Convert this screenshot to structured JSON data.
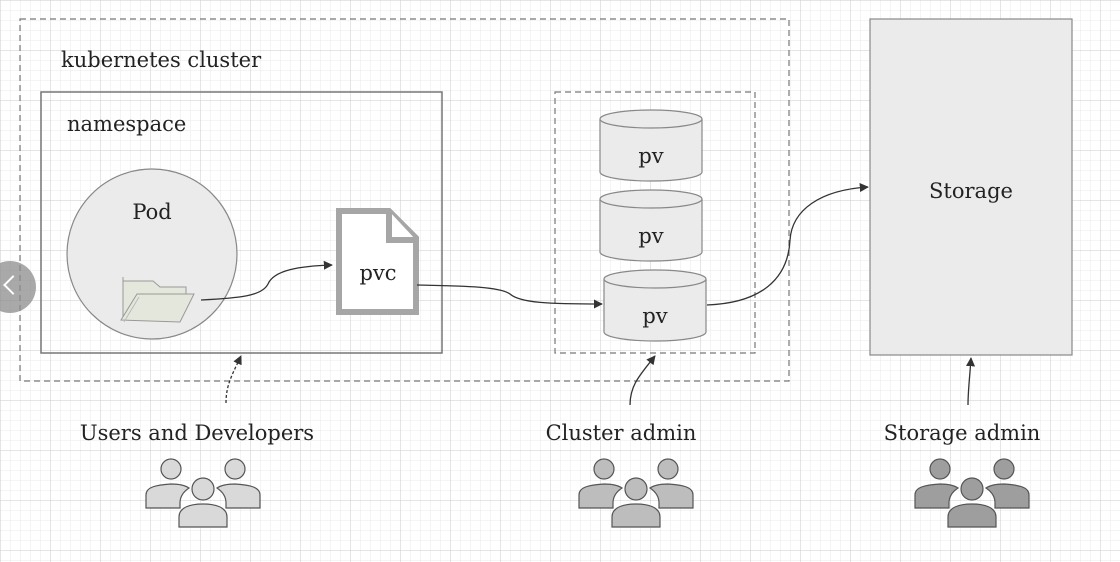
{
  "diagram": {
    "cluster": {
      "label": "kubernetes cluster"
    },
    "namespace": {
      "label": "namespace"
    },
    "pod": {
      "label": "Pod",
      "icon": "folder-icon"
    },
    "pvc": {
      "label": "pvc",
      "icon": "document-icon"
    },
    "pv_group": {
      "items": [
        {
          "label": "pv"
        },
        {
          "label": "pv"
        },
        {
          "label": "pv"
        }
      ]
    },
    "storage": {
      "label": "Storage"
    },
    "actors": [
      {
        "label": "Users and Developers",
        "icon": "users-group-icon",
        "color": "#d9d9d9"
      },
      {
        "label": "Cluster admin",
        "icon": "users-group-icon",
        "color": "#bdbdbd"
      },
      {
        "label": "Storage admin",
        "icon": "users-group-icon",
        "color": "#9e9e9e"
      }
    ],
    "edges": [
      {
        "from": "pod",
        "to": "pvc"
      },
      {
        "from": "pvc",
        "to": "pv"
      },
      {
        "from": "pv",
        "to": "storage"
      },
      {
        "from": "Users and Developers",
        "to": "namespace"
      },
      {
        "from": "Cluster admin",
        "to": "pv_group"
      },
      {
        "from": "Storage admin",
        "to": "storage"
      }
    ],
    "colors": {
      "shape_fill": "#ebebeb",
      "stroke": "#777777",
      "pvc_stroke": "#a6a6a6",
      "folder_fill": "#e4e8dc",
      "arrow": "#333333"
    }
  },
  "nav": {
    "prev_icon": "chevron-left-icon"
  }
}
